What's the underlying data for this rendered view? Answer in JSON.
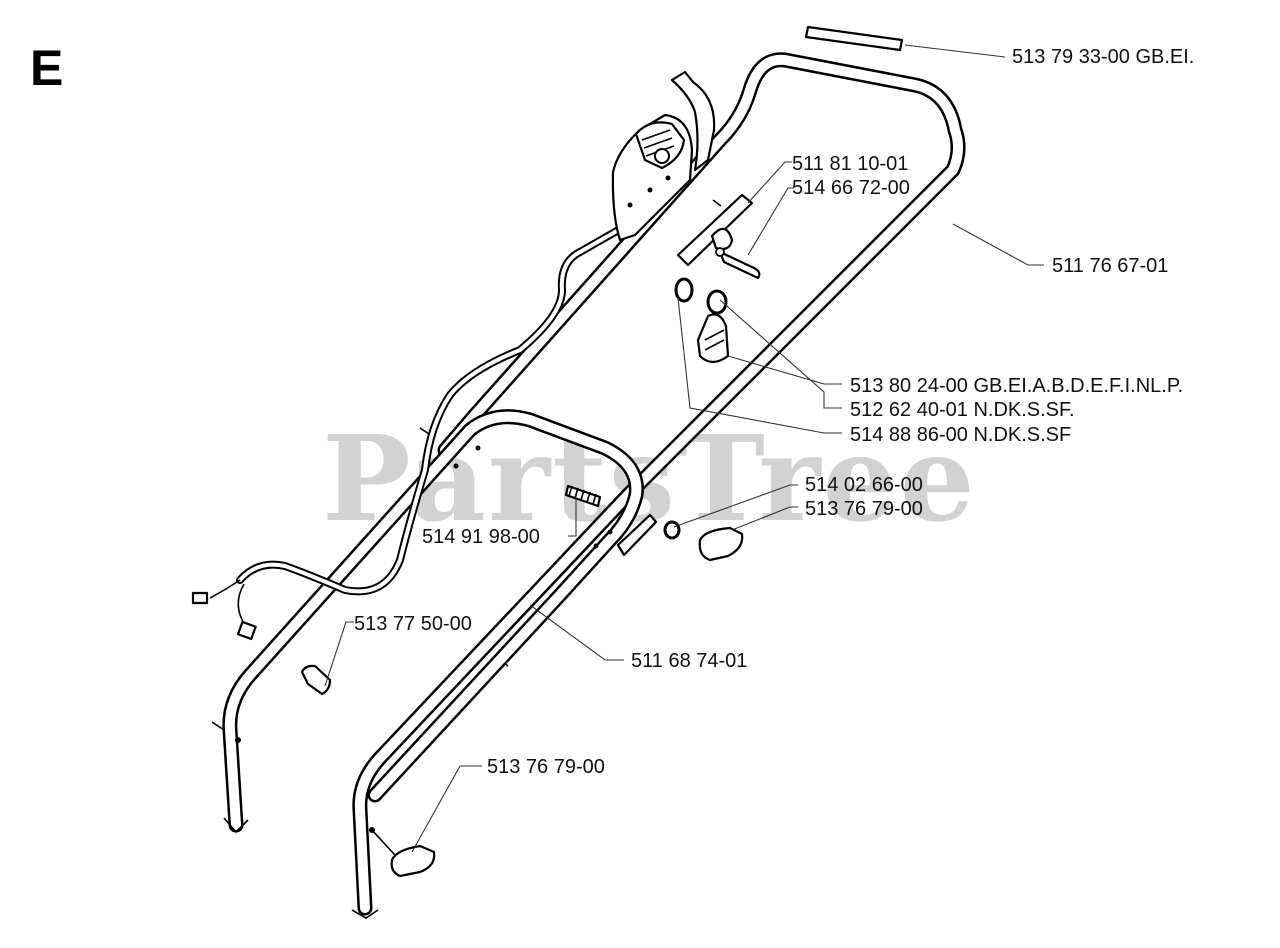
{
  "section_letter": "E",
  "watermark": "PartsTree",
  "parts": [
    {
      "id": "p1",
      "number": "513 79 33-00 GB.EI."
    },
    {
      "id": "p2",
      "number": "511 81 10-01"
    },
    {
      "id": "p3",
      "number": "514 66 72-00"
    },
    {
      "id": "p4",
      "number": "511 76 67-01"
    },
    {
      "id": "p5",
      "number": "513 80 24-00 GB.EI.A.B.D.E.F.I.NL.P."
    },
    {
      "id": "p6",
      "number": "512 62 40-01 N.DK.S.SF."
    },
    {
      "id": "p7",
      "number": "514 88 86-00 N.DK.S.SF"
    },
    {
      "id": "p8",
      "number": "514 02 66-00"
    },
    {
      "id": "p9",
      "number": "513 76 79-00"
    },
    {
      "id": "p10",
      "number": "514 91 98-00"
    },
    {
      "id": "p11",
      "number": "513 77 50-00"
    },
    {
      "id": "p12",
      "number": "511 68 74-01"
    },
    {
      "id": "p13",
      "number": "513 76 79-00"
    }
  ]
}
